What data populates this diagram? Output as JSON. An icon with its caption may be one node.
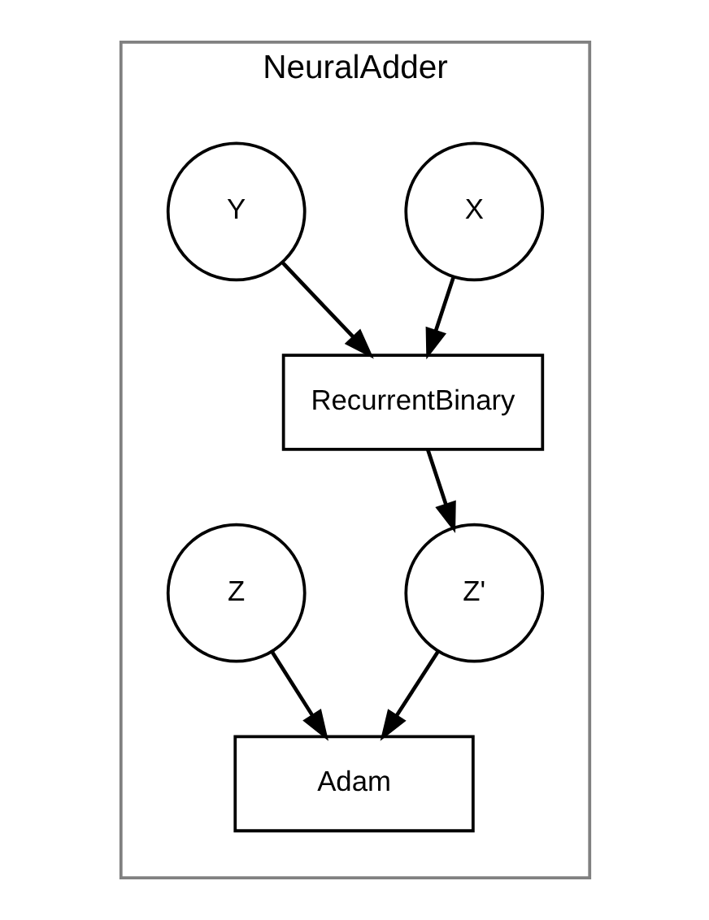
{
  "diagram": {
    "nodes": [
      {
        "text": [
          "NeuralAdder"
        ]
      },
      {
        "text": [
          "X"
        ],
        "in": 0
      },
      {
        "text": [
          "Y"
        ],
        "in": 0
      },
      {
        "text": [
          "Z"
        ],
        "in": 0
      },
      {
        "text": [
          "RecurrentBinary"
        ],
        "in": 0
      },
      {
        "text": [
          "Z'"
        ],
        "in": 0
      },
      {
        "text": [
          "Adam"
        ],
        "in": 0
      }
    ],
    "edges": [
      {
        "from": 1,
        "to": 4,
        "arrow": "to"
      },
      {
        "from": 2,
        "to": 4,
        "arrow": "to"
      },
      {
        "from": 4,
        "to": 5,
        "arrow": "to"
      },
      {
        "from": 5,
        "to": 6,
        "arrow": "to"
      },
      {
        "from": 3,
        "to": 6,
        "arrow": "to"
      }
    ]
  }
}
